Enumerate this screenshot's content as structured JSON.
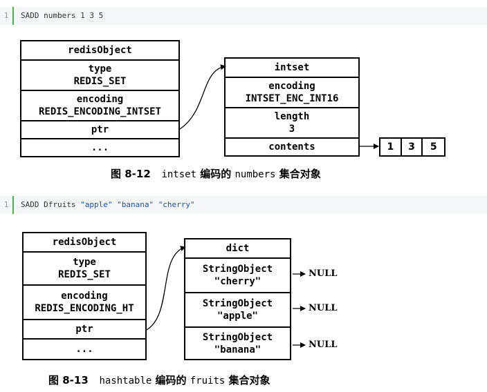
{
  "code1": {
    "line_no": "1",
    "cmd": "SADD numbers 1 3 5"
  },
  "code2": {
    "line_no": "1",
    "cmd": "SADD Dfruits ",
    "args": [
      "\"apple\"",
      "\"banana\"",
      "\"cherry\""
    ]
  },
  "fig1": {
    "robj": {
      "title": "redisObject",
      "type_label": "type",
      "type_value": "REDIS_SET",
      "enc_label": "encoding",
      "enc_value": "REDIS_ENCODING_INTSET",
      "ptr": "ptr",
      "more": "..."
    },
    "intset": {
      "title": "intset",
      "enc_label": "encoding",
      "enc_value": "INTSET_ENC_INT16",
      "len_label": "length",
      "len_value": "3",
      "contents": "contents"
    },
    "contents_values": [
      "1",
      "3",
      "5"
    ],
    "caption_num": "图 8-12",
    "caption_code": "intset",
    "caption_mid": " 编码的 ",
    "caption_code2": "numbers",
    "caption_end": " 集合对象"
  },
  "fig2": {
    "robj": {
      "title": "redisObject",
      "type_label": "type",
      "type_value": "REDIS_SET",
      "enc_label": "encoding",
      "enc_value": "REDIS_ENCODING_HT",
      "ptr": "ptr",
      "more": "..."
    },
    "dict": {
      "title": "dict",
      "entries": [
        {
          "label": "StringObject",
          "value": "\"cherry\""
        },
        {
          "label": "StringObject",
          "value": "\"apple\""
        },
        {
          "label": "StringObject",
          "value": "\"banana\""
        }
      ]
    },
    "null_label": "NULL",
    "caption_num": "图 8-13",
    "caption_code": "hashtable",
    "caption_mid": " 编码的 ",
    "caption_code2": "fruits",
    "caption_end": " 集合对象"
  }
}
